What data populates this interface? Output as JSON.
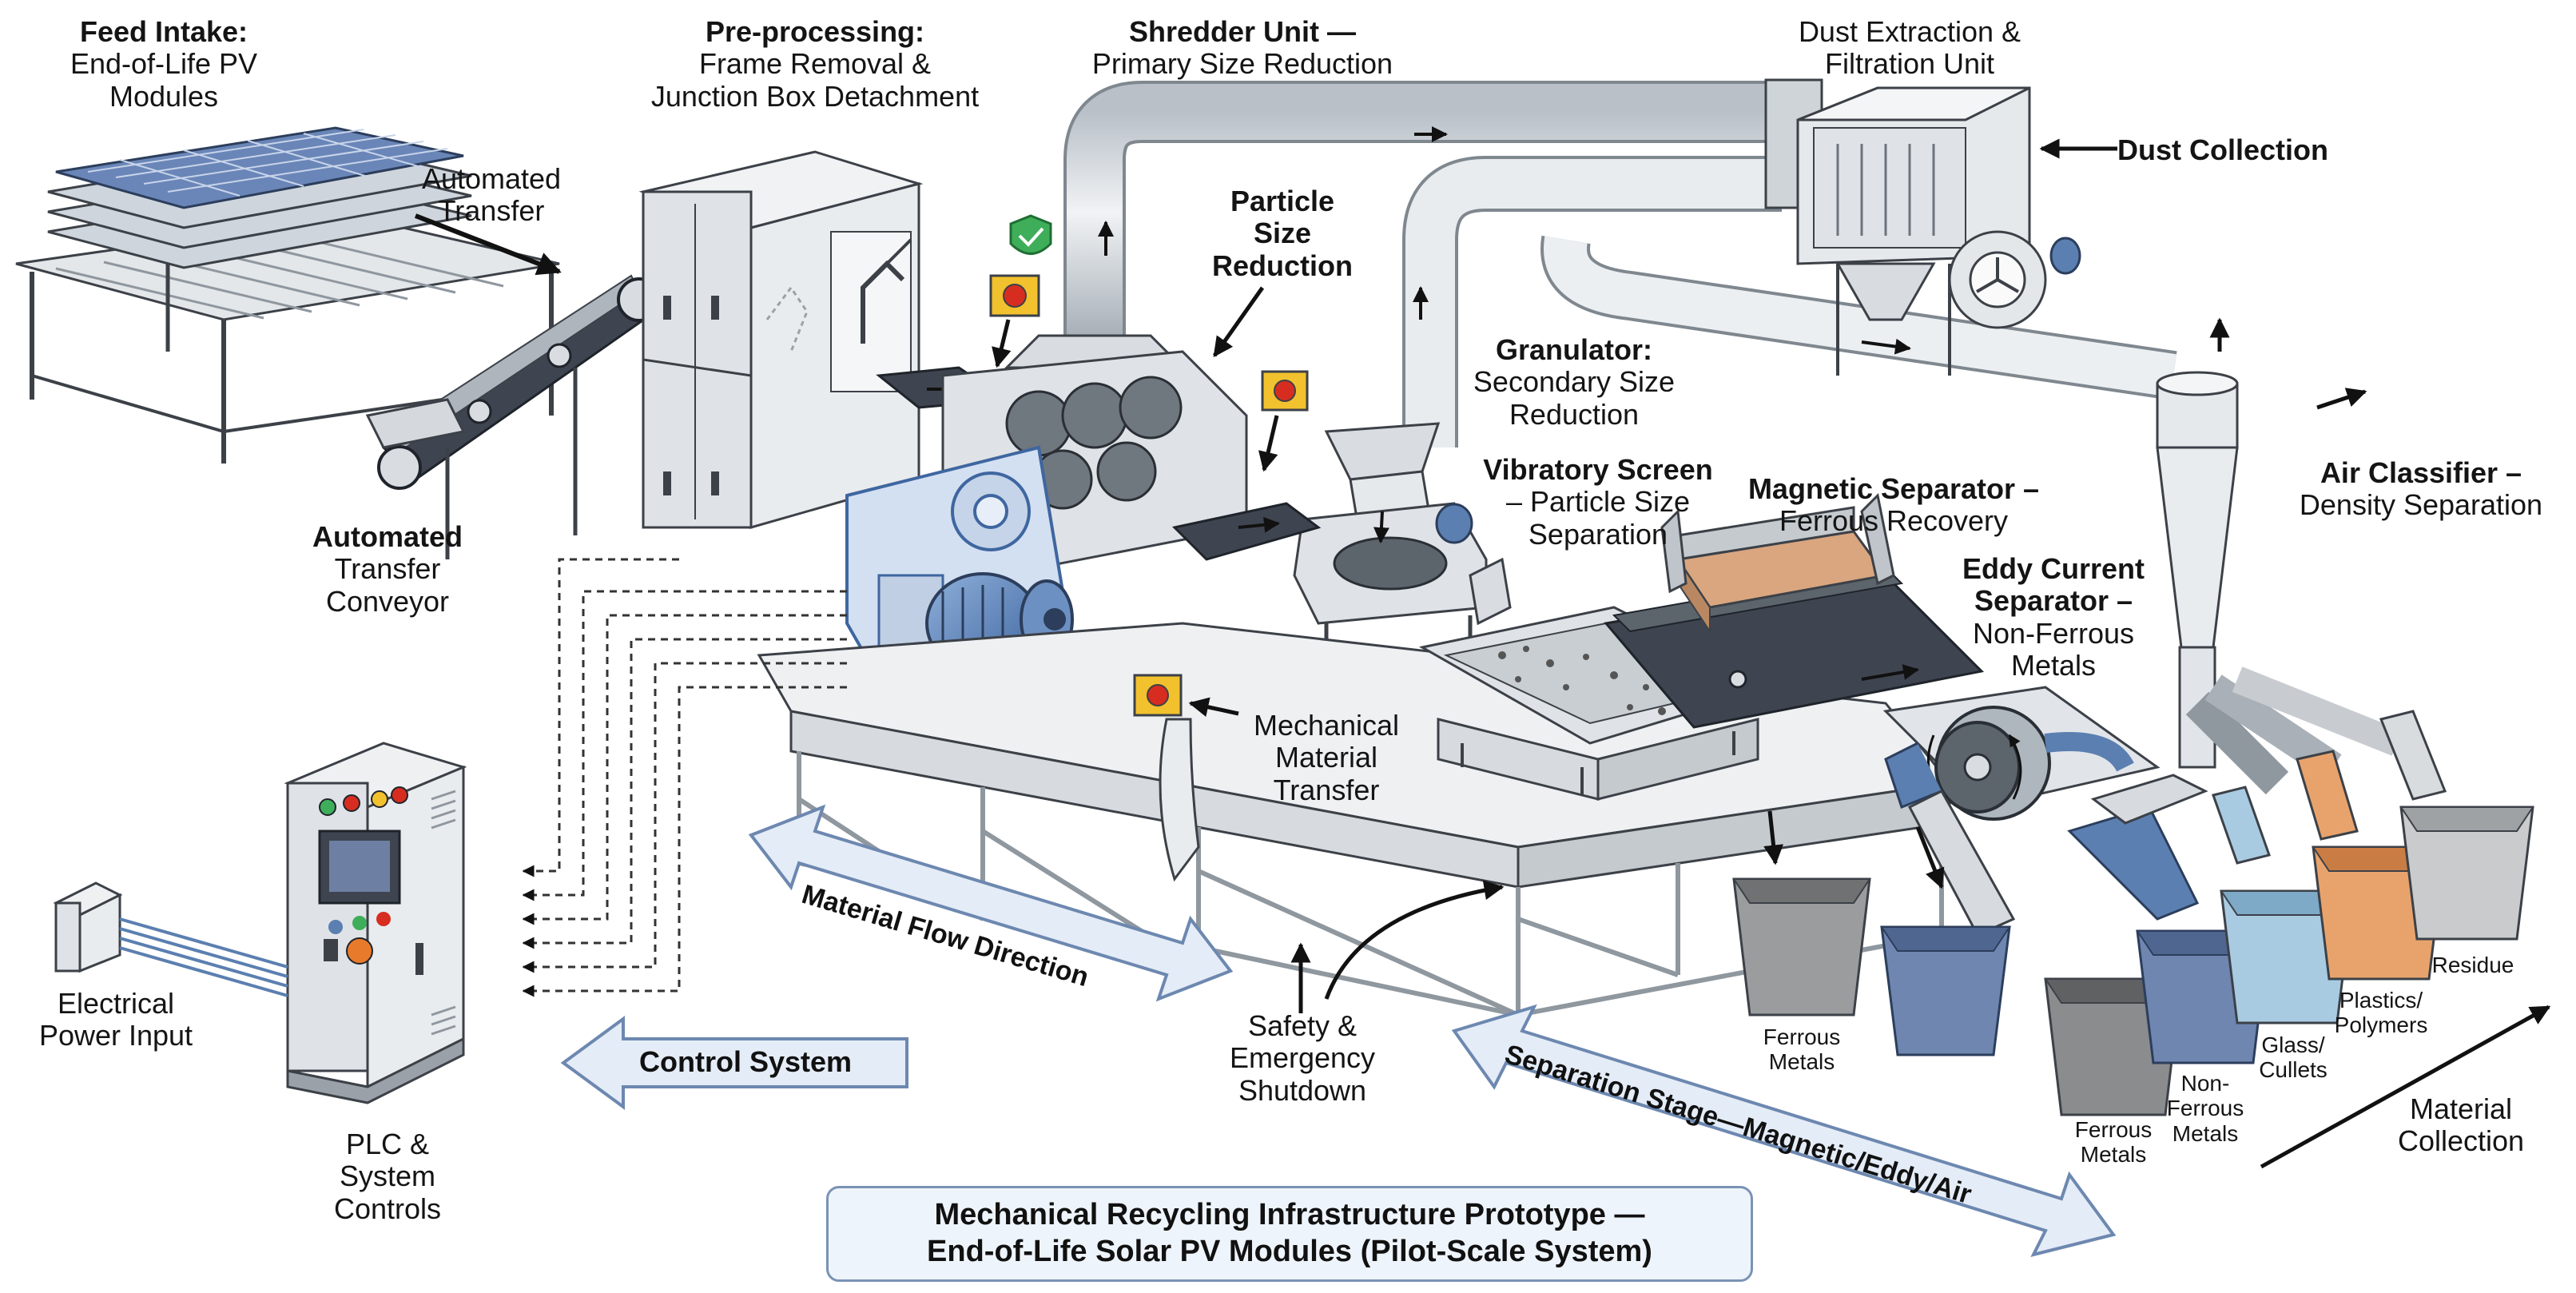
{
  "labels": {
    "feed_intake": {
      "bold": "Feed Intake:",
      "line1": "End-of-Life PV",
      "line2": "Modules"
    },
    "preprocessing": {
      "bold": "Pre-processing:",
      "line1": "Frame Removal &",
      "line2": "Junction Box Detachment"
    },
    "shredder": {
      "line1": "Shredder Unit —",
      "line2": "Primary Size Reduction"
    },
    "dust_extraction": {
      "line1": "Dust Extraction &",
      "line2": "Filtration Unit"
    },
    "dust_collection": "Dust Collection",
    "automated_transfer": {
      "line1": "Automated",
      "line2": "Transfer"
    },
    "particle_size_reduction": {
      "line1": "Particle",
      "line2": "Size",
      "line3": "Reduction"
    },
    "granulator": {
      "bold": "Granulator:",
      "line1": "Secondary Size",
      "line2": "Reduction"
    },
    "vibratory_screen": {
      "bold": "Vibratory Screen",
      "line1": "– Particle Size",
      "line2": "Separation"
    },
    "magnetic_separator": {
      "bold": "Magnetic Separator –",
      "line1": "Ferrous Recovery"
    },
    "air_classifier": {
      "bold": "Air Classifier –",
      "line1": "Density Separation"
    },
    "eddy_current": {
      "bold1": "Eddy Current",
      "bold2": "Separator –",
      "line1": "Non-Ferrous",
      "line2": "Metals"
    },
    "transfer_conveyor": {
      "bold": "Automated",
      "line1": "Transfer",
      "line2": "Conveyor"
    },
    "mechanical_transfer": {
      "line1": "Mechanical",
      "line2": "Material",
      "line3": "Transfer"
    },
    "electrical_power": {
      "line1": "Electrical",
      "line2": "Power Input"
    },
    "plc": {
      "line1": "PLC &",
      "line2": "System",
      "line3": "Controls"
    },
    "safety": {
      "line1": "Safety &",
      "line2": "Emergency",
      "line3": "Shutdown"
    },
    "material_collection": {
      "line1": "Material",
      "line2": "Collection"
    }
  },
  "bins": {
    "ferrous_1": {
      "line1": "Ferrous",
      "line2": "Metals"
    },
    "ferrous_2": {
      "line1": "Ferrous",
      "line2": "Metals"
    },
    "non_ferrous": {
      "line1": "Non-",
      "line2": "Ferrous",
      "line3": "Metals"
    },
    "glass": {
      "line1": "Glass/",
      "line2": "Cullets"
    },
    "plastics": {
      "line1": "Plastics/",
      "line2": "Polymers"
    },
    "residue": "Residue"
  },
  "banners": {
    "material_flow": "Material Flow Direction",
    "control_system": "Control System",
    "separation_stage": "Separation Stage—Magnetic/Eddy/Air"
  },
  "title": {
    "line1": "Mechanical Recycling Infrastructure Prototype —",
    "line2": "End-of-Life Solar PV Modules (Pilot-Scale System)"
  },
  "colors": {
    "steel": "#d9dde2",
    "steel_dark": "#8f979f",
    "motor_blue": "#5b7fb0",
    "outline": "#3c4148",
    "banner_fill": "#e4ecf7",
    "banner_stroke": "#6d88b0",
    "bin_gray": "#9a9c9e",
    "bin_blue": "#6f86b0",
    "bin_lightblue": "#a9cbe2",
    "bin_orange": "#e8a36c",
    "bin_residue": "#c9cbcd",
    "stop_yellow": "#f2c12e",
    "stop_red": "#d62d20",
    "check_green": "#3fae5a"
  }
}
